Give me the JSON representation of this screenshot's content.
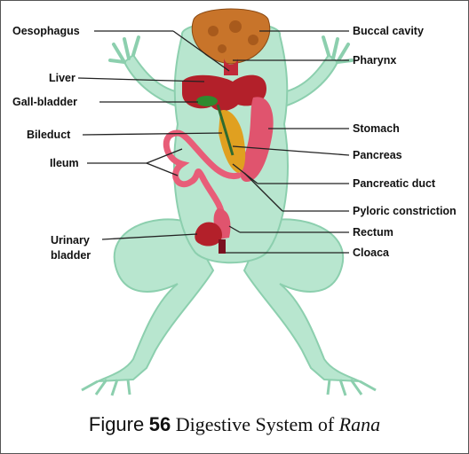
{
  "labels": {
    "oesophagus": "Oesophagus",
    "liver": "Liver",
    "gall_bladder": "Gall-bladder",
    "bileduct": "Bileduct",
    "ileum": "Ileum",
    "urinary_bladder_1": "Urinary",
    "urinary_bladder_2": "bladder",
    "buccal_cavity": "Buccal cavity",
    "pharynx": "Pharynx",
    "stomach": "Stomach",
    "pancreas": "Pancreas",
    "pancreatic_duct": "Pancreatic duct",
    "pyloric_constriction": "Pyloric constriction",
    "rectum": "Rectum",
    "cloaca": "Cloaca"
  },
  "caption": {
    "figure": "Figure",
    "number": "56",
    "text": "Digestive System of",
    "genus": "Rana"
  },
  "colors": {
    "body": "#b8e6cf",
    "body_outline": "#8ccfae",
    "liver": "#b3202a",
    "stomach": "#e0546e",
    "pancreas": "#e0a020",
    "gall_bladder": "#2f8a2f",
    "intestine": "#e85d78",
    "buccal": "#c8742a"
  }
}
